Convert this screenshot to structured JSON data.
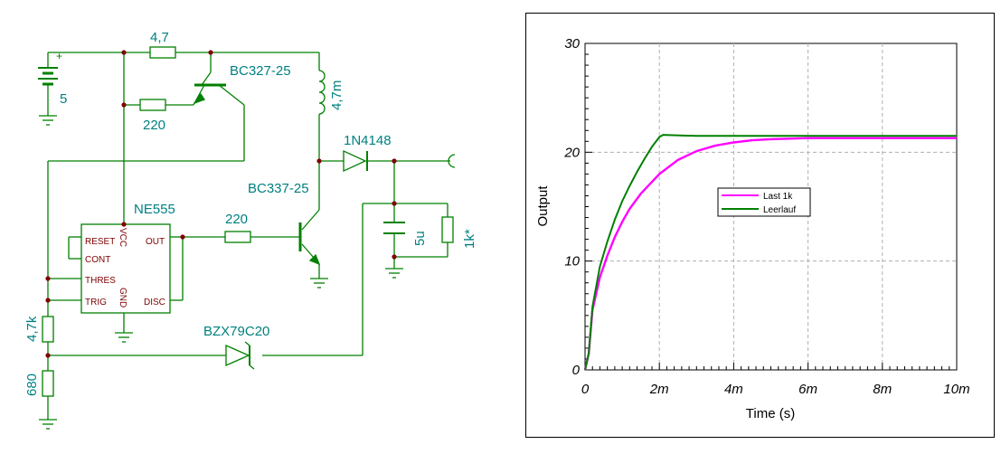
{
  "schematic": {
    "colors": {
      "wire": "#008000",
      "label": "#008080",
      "ic_text": "#800000",
      "junction": "#800000"
    },
    "components": {
      "battery": "5",
      "battery_polarity": "+",
      "r_top": "4,7",
      "r_base": "220",
      "pnp": "BC327-25",
      "inductor": "4,7m",
      "diode": "1N4148",
      "npn": "BC337-25",
      "ic": "NE555",
      "r_gate": "220",
      "cap": "5u",
      "r_load": "1k*",
      "zener": "BZX79C20",
      "r_div_top": "4,7k",
      "r_div_bot": "680"
    },
    "ic_pins": {
      "reset": "RESET",
      "vcc": "VCC",
      "out": "OUT",
      "cont": "CONT",
      "thres": "THRES",
      "trig": "TRIG",
      "gnd": "GND",
      "disc": "DISC"
    }
  },
  "chart_data": {
    "type": "line",
    "title": "",
    "xlabel": "Time (s)",
    "ylabel": "Output",
    "xlim": [
      0,
      0.01
    ],
    "ylim": [
      0,
      30
    ],
    "x_ticks": [
      0,
      0.002,
      0.004,
      0.006,
      0.008,
      0.01
    ],
    "x_tick_labels": [
      "0",
      "2m",
      "4m",
      "6m",
      "8m",
      "10m"
    ],
    "y_ticks": [
      0,
      10,
      20,
      30
    ],
    "y_tick_labels": [
      "0",
      "10",
      "20",
      "30"
    ],
    "grid": true,
    "legend": "center",
    "series": [
      {
        "name": "Last 1k",
        "color": "#ff00ff",
        "x": [
          0,
          0.0001,
          0.0002,
          0.0004,
          0.0006,
          0.0008,
          0.001,
          0.0012,
          0.0015,
          0.002,
          0.0025,
          0.003,
          0.0035,
          0.004,
          0.0045,
          0.005,
          0.006,
          0.007,
          0.008,
          0.009,
          0.01
        ],
        "y": [
          0,
          1.5,
          5.5,
          8.5,
          10.5,
          12.2,
          13.6,
          14.8,
          16.2,
          18.0,
          19.3,
          20.1,
          20.6,
          20.9,
          21.1,
          21.2,
          21.3,
          21.3,
          21.3,
          21.3,
          21.3
        ]
      },
      {
        "name": "Leerlauf",
        "color": "#008000",
        "x": [
          0,
          0.0001,
          0.0002,
          0.0004,
          0.0006,
          0.0008,
          0.001,
          0.0012,
          0.0014,
          0.0016,
          0.0018,
          0.002,
          0.0021,
          0.003,
          0.004,
          0.005,
          0.006,
          0.007,
          0.008,
          0.009,
          0.01
        ],
        "y": [
          0,
          1.5,
          5.8,
          9.5,
          11.8,
          13.8,
          15.5,
          16.9,
          18.2,
          19.4,
          20.5,
          21.4,
          21.6,
          21.5,
          21.5,
          21.5,
          21.5,
          21.5,
          21.5,
          21.5,
          21.5
        ]
      }
    ]
  }
}
